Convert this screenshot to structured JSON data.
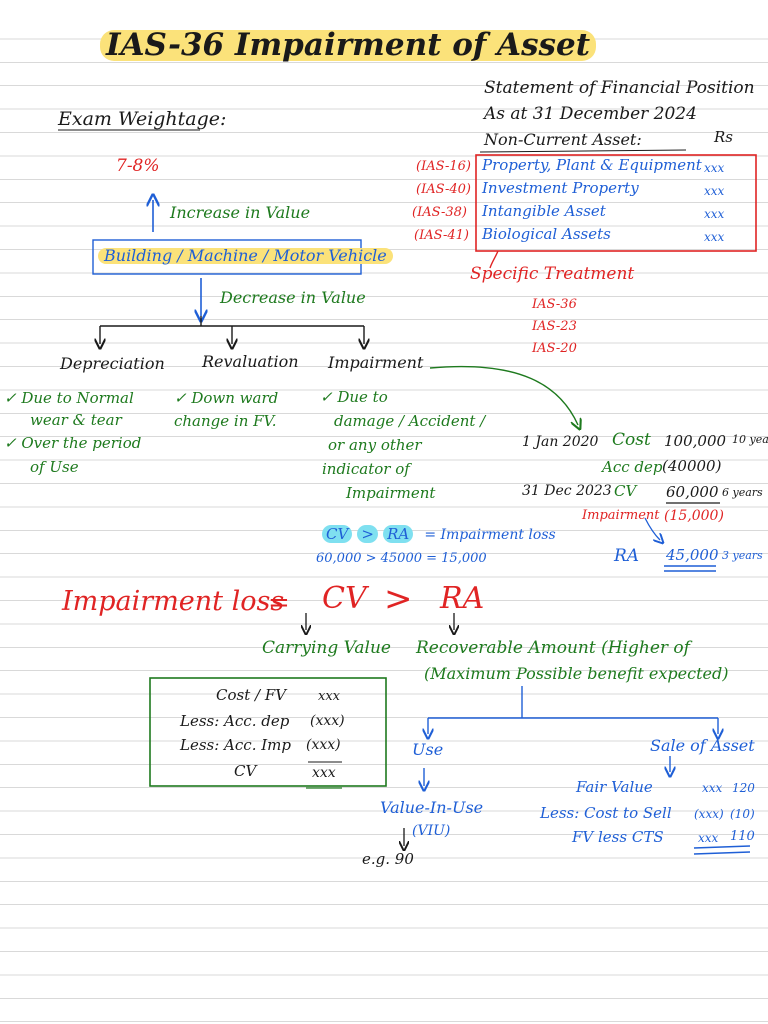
{
  "title": "IAS-36 Impairment of Asset",
  "weightage": {
    "label": "Exam Weightage:",
    "value": "7-8%"
  },
  "tree": {
    "increase": "Increase in Value",
    "asset": "Building / Machine / Motor Vehicle",
    "decrease": "Decrease in Value",
    "branches": [
      "Depreciation",
      "Revaluation",
      "Impairment"
    ],
    "dep_notes": [
      "✓ Due to Normal",
      "wear & tear",
      "✓ Over the period",
      "of Use"
    ],
    "rev_notes": [
      "✓ Down ward",
      "change in FV."
    ],
    "imp_notes": [
      "✓ Due to",
      "damage / Accident /",
      "or any other",
      "indicator of",
      "Impairment"
    ]
  },
  "sofp": {
    "title": "Statement of Financial Position",
    "date": "As at 31 December 2024",
    "section": "Non-Current Asset:",
    "currency": "Rs",
    "rows": [
      {
        "ref": "(IAS-16)",
        "name": "Property, Plant & Equipment",
        "amount": "xxx"
      },
      {
        "ref": "(IAS-40)",
        "name": "Investment Property",
        "amount": "xxx"
      },
      {
        "ref": "(IAS-38)",
        "name": "Intangible Asset",
        "amount": "xxx"
      },
      {
        "ref": "(IAS-41)",
        "name": "Biological Assets",
        "amount": "xxx"
      }
    ],
    "specific": "Specific Treatment",
    "specific_list": [
      "IAS-36",
      "IAS-23",
      "IAS-20"
    ]
  },
  "example": {
    "d1": "1 Jan 2020",
    "cost_label": "Cost",
    "cost": "100,000",
    "cost_note": "10 years",
    "acc_label": "Acc dep",
    "acc": "(40000)",
    "d2": "31 Dec 2023",
    "cv_label": "CV",
    "cv": "60,000",
    "cv_note": "6 years",
    "imp_label": "Impairment",
    "imp": "(15,000)",
    "ra_label": "RA",
    "ra": "45,000",
    "ra_note": "3 years"
  },
  "formula_small": {
    "cv": "CV",
    "gt": ">",
    "ra": "RA",
    "eq": "= Impairment loss",
    "calc": "60,000 > 45000 = 15,000"
  },
  "formula_big": {
    "lhs": "Impairment loss",
    "eq": "=",
    "cv": "CV",
    "gt": ">",
    "ra": "RA"
  },
  "carrying": {
    "label": "Carrying Value",
    "rows": [
      {
        "label": "Cost / FV",
        "val": "xxx"
      },
      {
        "label": "Less: Acc. dep",
        "val": "(xxx)"
      },
      {
        "label": "Less: Acc. Imp",
        "val": "(xxx)"
      },
      {
        "label": "CV",
        "val": "xxx"
      }
    ]
  },
  "recoverable": {
    "label": "Recoverable Amount (Higher of",
    "sub": "(Maximum Possible benefit expected)",
    "use": "Use",
    "sale": "Sale of Asset",
    "viu": "Value-In-Use",
    "viu_abbr": "(VIU)",
    "eg": "e.g. 90",
    "fv_rows": [
      {
        "label": "Fair Value",
        "val": "xxx",
        "num": "120"
      },
      {
        "label": "Less: Cost to Sell",
        "val": "(xxx)",
        "num": "(10)"
      },
      {
        "label": "FV less CTS",
        "val": "xxx",
        "num": "110"
      }
    ]
  }
}
